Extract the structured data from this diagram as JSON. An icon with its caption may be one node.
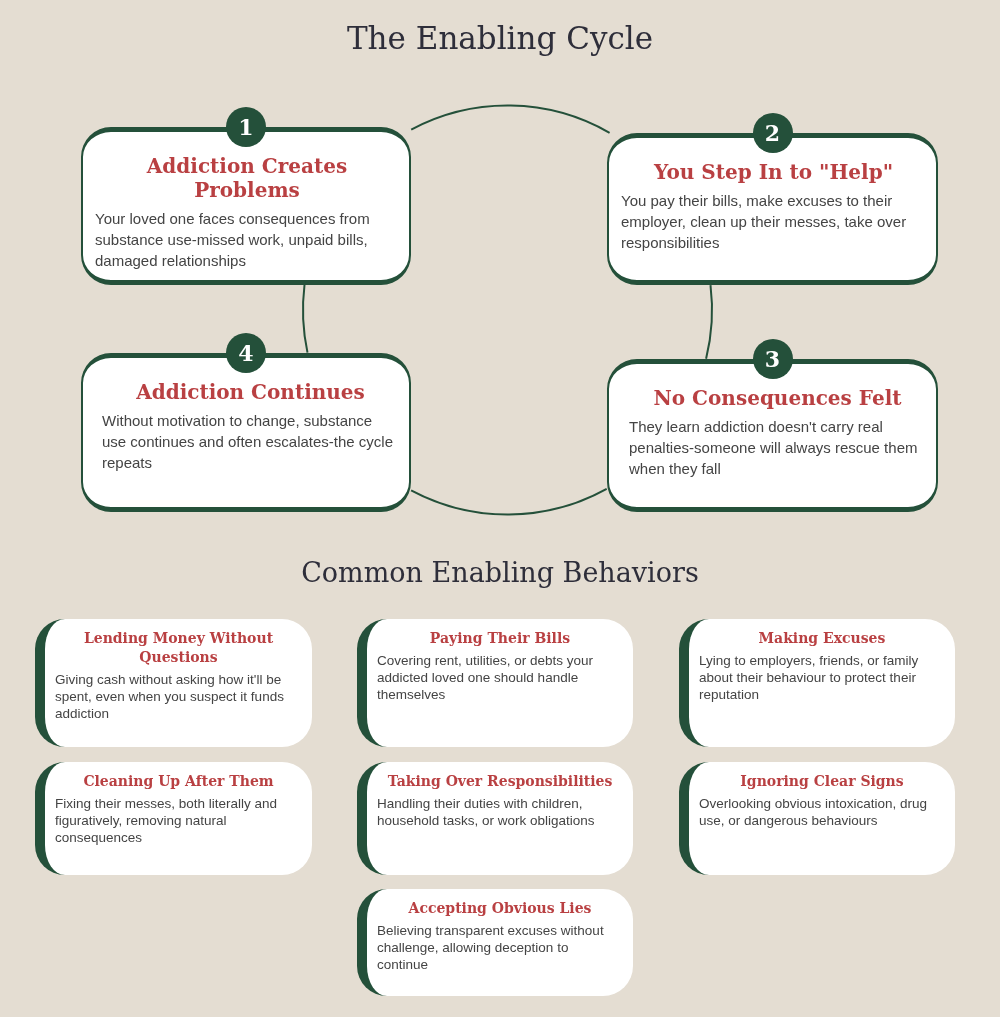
{
  "diagram": {
    "title": "The Enabling Cycle",
    "nodes": [
      {
        "text": [
          "1",
          "Addiction Creates Problems",
          "Your loved one faces consequences from substance use-missed work, unpaid bills, damaged relationships"
        ]
      },
      {
        "text": [
          "2",
          "You Step In to \"Help\"",
          "You pay their bills, make excuses to their employer, clean up their messes, take over responsibilities"
        ]
      },
      {
        "text": [
          "4",
          "Addiction Continues",
          "Without motivation to change, substance use continues and often escalates-the cycle repeats"
        ]
      },
      {
        "text": [
          "3",
          "No Consequences Felt",
          "They learn addiction doesn't carry real penalties-someone will always rescue them when they fall"
        ]
      },
      {
        "text": [
          "Lending Money Without Questions",
          "Giving cash without asking how it'll be spent, even when you suspect it funds addiction"
        ]
      },
      {
        "text": [
          "Paying Their Bills",
          "Covering rent, utilities, or debts your addicted loved one should handle themselves"
        ]
      },
      {
        "text": [
          "Making Excuses",
          "Lying to employers, friends, or family about their behaviour to protect their reputation"
        ]
      },
      {
        "text": [
          "Cleaning Up After Them",
          "Fixing their messes, both literally and figuratively, removing natural consequences"
        ]
      },
      {
        "text": [
          "Taking Over Responsibilities",
          "Handling their duties with children, household tasks, or work obligations"
        ]
      },
      {
        "text": [
          "Ignoring Clear Signs",
          "Overlooking obvious intoxication, drug use, or dangerous behaviours"
        ]
      },
      {
        "text": [
          "Accepting Obvious Lies",
          "Believing transparent excuses without challenge, allowing deception to continue"
        ]
      }
    ],
    "edges": [
      {
        "from": 0,
        "to": 1,
        "arrow": "none"
      },
      {
        "from": 1,
        "to": 3,
        "arrow": "none"
      },
      {
        "from": 3,
        "to": 2,
        "arrow": "none"
      },
      {
        "from": 2,
        "to": 0,
        "arrow": "none"
      }
    ],
    "labels": [
      "Common Enabling Behaviors"
    ]
  }
}
